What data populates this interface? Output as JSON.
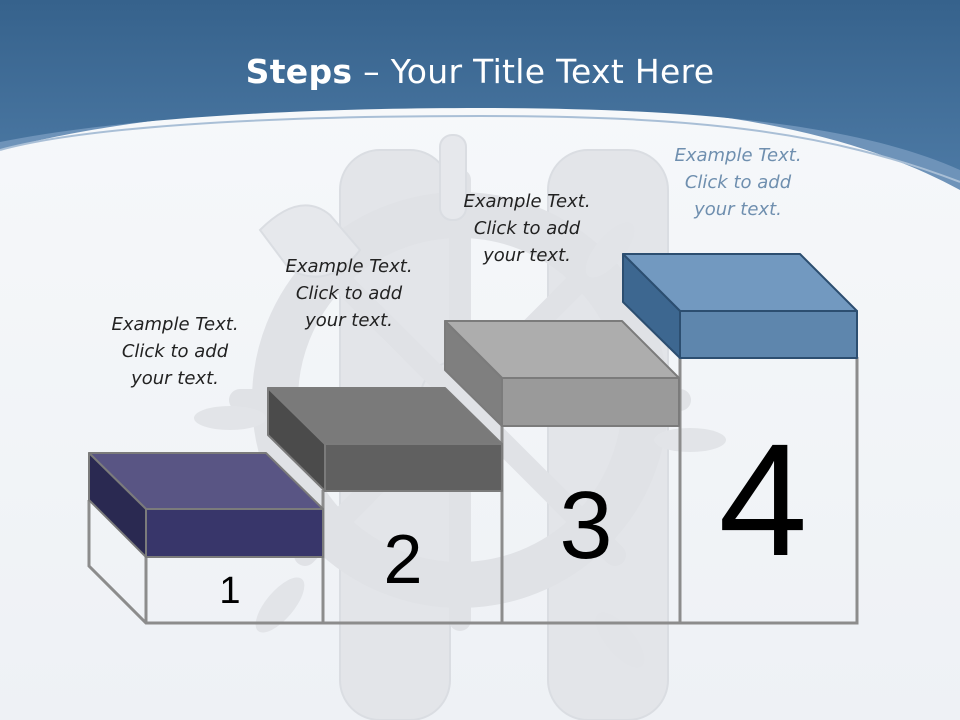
{
  "slide": {
    "title_bold": "Steps",
    "title_rest": " – Your Title Text Here",
    "steps": [
      {
        "number": "1",
        "caption": [
          "Example Text.",
          "Click  to add",
          "your text."
        ],
        "color": "#38366a"
      },
      {
        "number": "2",
        "caption": [
          "Example Text.",
          "Click  to add",
          "your text."
        ],
        "color": "#5f5f5f"
      },
      {
        "number": "3",
        "caption": [
          "Example Text.",
          "Click  to add",
          "your text."
        ],
        "color": "#9a9a9a"
      },
      {
        "number": "4",
        "caption": [
          "Example Text.",
          "Click  to add",
          "your text."
        ],
        "color": "#5e86ad"
      }
    ]
  },
  "colors": {
    "header_blue": "#3f6b95",
    "header_light": "#6e93b9",
    "background": "#f4f6f9"
  },
  "decoration": {
    "background_image": "ship-wheel-figure"
  }
}
